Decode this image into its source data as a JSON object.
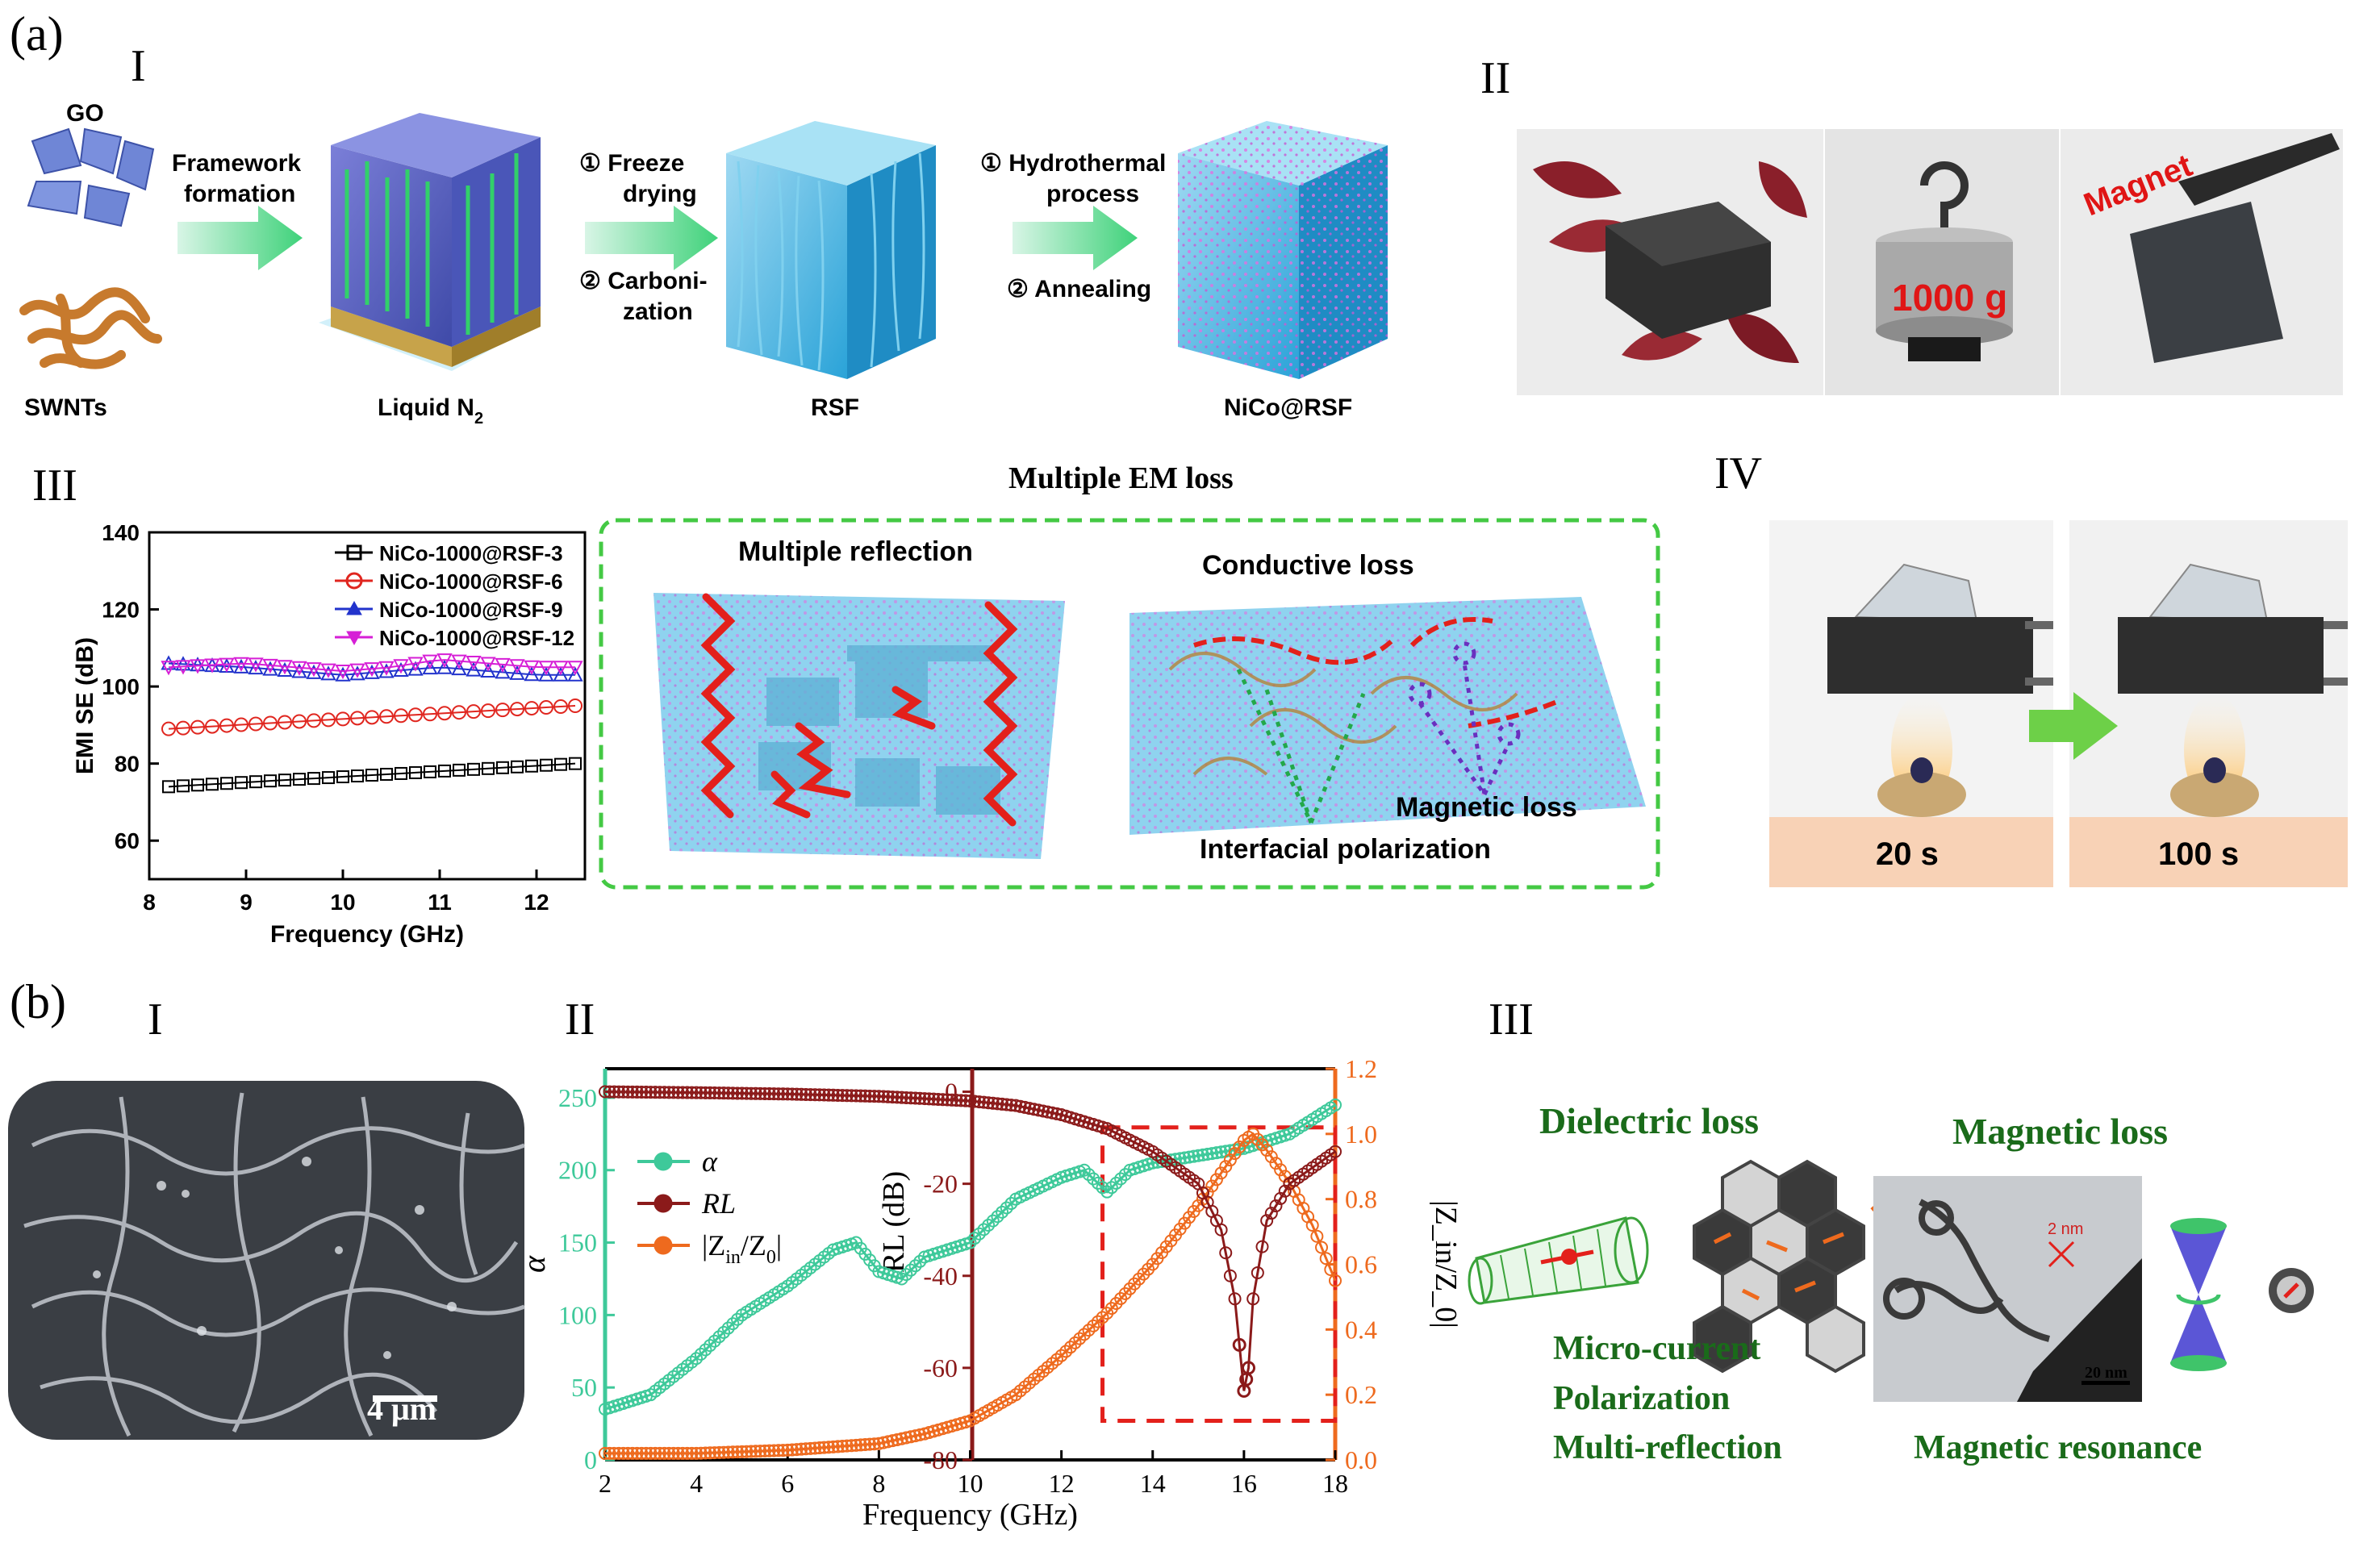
{
  "panel_a": {
    "label": "(a)",
    "I": {
      "roman": "I",
      "go": "GO",
      "swnts": "SWNTs",
      "step1": [
        "Framework",
        "formation"
      ],
      "liquid": "Liquid N",
      "liquid_sub": "2",
      "step2a": [
        "① Freeze",
        "drying"
      ],
      "step2b": [
        "② Carboni-",
        "zation"
      ],
      "rsf": "RSF",
      "step3a": [
        "① Hydrothermal",
        "process"
      ],
      "step3b": "② Annealing",
      "nico": "NiCo@RSF"
    },
    "II": {
      "roman": "II",
      "weight": "1000 g",
      "magnet": "Magnet"
    },
    "III": {
      "roman": "III",
      "title": "Multiple EM loss",
      "multiple_reflection": "Multiple reflection",
      "conductive_loss": "Conductive loss",
      "magnetic_loss": "Magnetic loss",
      "interfacial": "Interfacial polarization"
    },
    "IV": {
      "roman": "IV",
      "t1": "20 s",
      "t2": "100 s"
    }
  },
  "panel_b": {
    "label": "(b)",
    "I": {
      "roman": "I",
      "scale": "4 μm"
    },
    "II": {
      "roman": "II"
    },
    "III": {
      "roman": "III",
      "dielectric": "Dielectric loss",
      "magnetic": "Magnetic loss",
      "mech": [
        "Micro-current",
        "Polarization",
        "Multi-reflection"
      ],
      "resonance": "Magnetic resonance",
      "tem_2nm": "2 nm",
      "tem_20nm": "20 nm"
    }
  },
  "colors": {
    "series_black": "#000000",
    "series_red": "#e0261f",
    "series_blue": "#2233cc",
    "series_magenta": "#d61fd6",
    "alpha": "#3ec99a",
    "rl": "#8b1a1a",
    "z": "#ee6a1e",
    "dielectric_green": "#1a6b1a",
    "dash_green": "#44c944"
  },
  "chart_data": [
    {
      "type": "line",
      "xlabel": "Frequency (GHz)",
      "ylabel": "EMI SE (dB)",
      "xlim": [
        8,
        12.5
      ],
      "ylim": [
        50,
        140
      ],
      "xticks": [
        8,
        9,
        10,
        11,
        12
      ],
      "yticks": [
        60,
        80,
        100,
        120,
        140
      ],
      "legend_position": "top-right",
      "series": [
        {
          "name": "NiCo-1000@RSF-3",
          "x": [
            8.2,
            12.4
          ],
          "values": [
            74,
            80
          ]
        },
        {
          "name": "NiCo-1000@RSF-6",
          "x": [
            8.2,
            12.4
          ],
          "values": [
            89,
            95
          ]
        },
        {
          "name": "NiCo-1000@RSF-9",
          "x": [
            8.2,
            9.0,
            9.5,
            10.0,
            10.5,
            11.0,
            11.5,
            12.0,
            12.4
          ],
          "values": [
            106,
            105,
            104,
            103,
            104,
            105,
            104,
            103,
            103
          ]
        },
        {
          "name": "NiCo-1000@RSF-12",
          "x": [
            8.2,
            9.0,
            9.5,
            10.0,
            10.5,
            11.0,
            11.5,
            12.0,
            12.4
          ],
          "values": [
            105,
            106,
            105,
            104,
            105,
            107,
            106,
            105,
            105
          ]
        }
      ]
    },
    {
      "type": "line",
      "xlabel": "Frequency (GHz)",
      "xlim": [
        2,
        18
      ],
      "xticks": [
        2,
        4,
        6,
        8,
        10,
        12,
        14,
        16,
        18
      ],
      "left_axis": {
        "label": "α",
        "ylim": [
          0,
          270
        ],
        "ticks": [
          0,
          50,
          100,
          150,
          200,
          250
        ]
      },
      "mid_axis": {
        "label": "RL (dB)",
        "ylim": [
          -80,
          5
        ],
        "ticks": [
          0,
          -20,
          -40,
          -60,
          -80
        ]
      },
      "right_axis": {
        "label": "|Z_in/Z_0|",
        "ylim": [
          0,
          1.2
        ],
        "ticks": [
          "0.0",
          "0.2",
          "0.4",
          "0.6",
          "0.8",
          "1.0",
          "1.2"
        ]
      },
      "series": [
        {
          "name": "α",
          "axis": "left",
          "x": [
            2,
            3,
            4,
            5,
            6,
            7,
            7.5,
            8,
            8.5,
            9,
            9.5,
            10,
            10.5,
            11,
            12,
            12.5,
            13,
            13.5,
            14,
            15,
            16,
            17,
            18
          ],
          "values": [
            35,
            45,
            70,
            100,
            120,
            145,
            150,
            130,
            125,
            140,
            145,
            150,
            165,
            180,
            195,
            200,
            185,
            200,
            205,
            210,
            215,
            225,
            245
          ]
        },
        {
          "name": "RL",
          "axis": "mid",
          "x": [
            2,
            4,
            6,
            8,
            10,
            11,
            12,
            13,
            14,
            15,
            15.5,
            15.8,
            16,
            16.1,
            16.2,
            16.5,
            17,
            18
          ],
          "values": [
            0,
            -0.2,
            -0.5,
            -1,
            -2,
            -3,
            -5,
            -8,
            -13,
            -20,
            -30,
            -45,
            -65,
            -60,
            -45,
            -28,
            -20,
            -13
          ]
        },
        {
          "name": "|Z_in/Z_0|",
          "axis": "right",
          "x": [
            2,
            4,
            6,
            8,
            9,
            10,
            11,
            12,
            13,
            14,
            15,
            15.5,
            16,
            16.2,
            16.5,
            17,
            17.5,
            18
          ],
          "values": [
            0.02,
            0.02,
            0.03,
            0.05,
            0.08,
            0.12,
            0.2,
            0.32,
            0.45,
            0.6,
            0.78,
            0.88,
            0.98,
            1.0,
            0.95,
            0.85,
            0.72,
            0.55
          ]
        }
      ],
      "legend_position": "top-left"
    }
  ]
}
